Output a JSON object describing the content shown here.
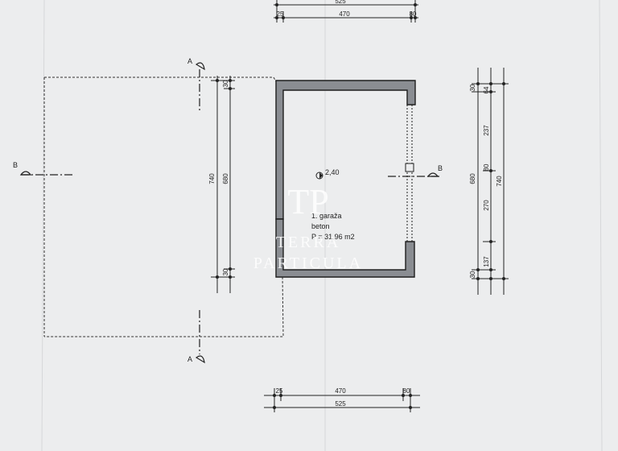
{
  "drawing": {
    "top_dims": {
      "overall": "525",
      "inner": "470",
      "left": "25",
      "right": "80"
    },
    "bottom_dims": {
      "overall": "525",
      "inner": "470",
      "left": "25",
      "right": "80"
    },
    "left_dims": {
      "overall": "740",
      "inner": "680",
      "top": "30",
      "bottom": "30"
    },
    "right_dims": {
      "overall": "740",
      "inner": "680",
      "seg1": "64",
      "seg2": "237",
      "seg3": "80",
      "seg4": "270",
      "seg5": "137",
      "top": "30",
      "bottom": "30"
    },
    "sections": {
      "a_top": "A",
      "a_bottom": "A",
      "b_left": "B",
      "b_right": "B"
    },
    "room": {
      "level": "2,40",
      "name": "1. garaža",
      "floor": "beton",
      "area": "P = 31,96 m2"
    }
  },
  "watermark": {
    "logo": "TP",
    "line1": "TERRA",
    "line2": "PARTICULA"
  },
  "colors": {
    "paper": "#ecedee",
    "ink": "#1e1e1e",
    "wall_fill": "#8a8d92",
    "watermark": "#ffffff"
  }
}
